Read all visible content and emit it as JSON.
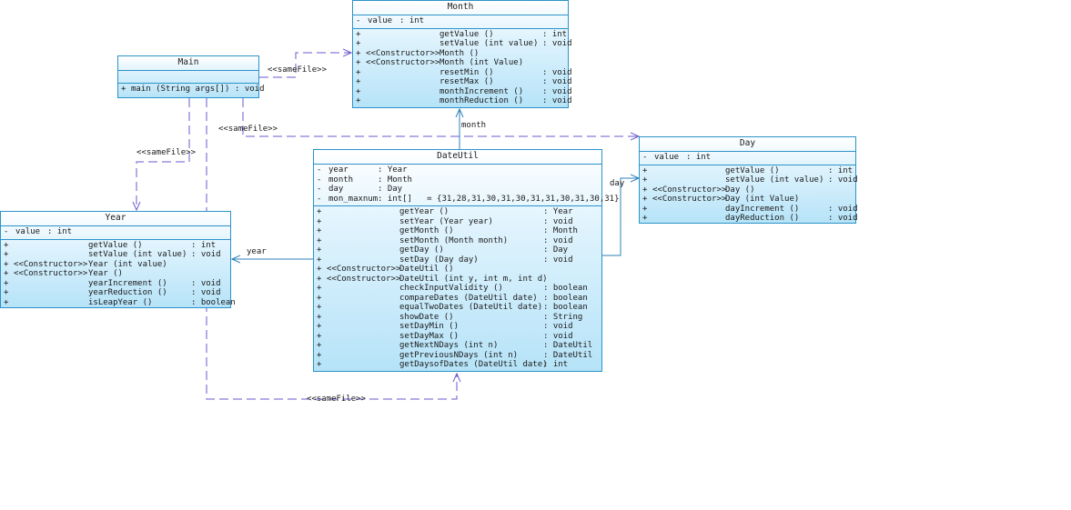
{
  "classes": {
    "month": {
      "name": "Month",
      "attributes": [
        {
          "vis": "-",
          "name": "value",
          "type": ": int"
        }
      ],
      "operations": [
        {
          "vis": "+",
          "stereo": "",
          "name": "getValue ()",
          "type": ": int"
        },
        {
          "vis": "+",
          "stereo": "",
          "name": "setValue (int value)",
          "type": ": void"
        },
        {
          "vis": "+",
          "stereo": "<<Constructor>>",
          "name": "Month ()",
          "type": ""
        },
        {
          "vis": "+",
          "stereo": "<<Constructor>>",
          "name": "Month (int Value)",
          "type": ""
        },
        {
          "vis": "+",
          "stereo": "",
          "name": "resetMin ()",
          "type": ": void"
        },
        {
          "vis": "+",
          "stereo": "",
          "name": "resetMax ()",
          "type": ": void"
        },
        {
          "vis": "+",
          "stereo": "",
          "name": "monthIncrement ()",
          "type": ": void"
        },
        {
          "vis": "+",
          "stereo": "",
          "name": "monthReduction ()",
          "type": ": void"
        }
      ]
    },
    "main": {
      "name": "Main",
      "attributes": [],
      "operations": [
        {
          "vis": "+",
          "stereo": "",
          "name": "main (String args[])",
          "type": ": void"
        }
      ]
    },
    "day": {
      "name": "Day",
      "attributes": [
        {
          "vis": "-",
          "name": "value",
          "type": ": int"
        }
      ],
      "operations": [
        {
          "vis": "+",
          "stereo": "",
          "name": "getValue ()",
          "type": ": int"
        },
        {
          "vis": "+",
          "stereo": "",
          "name": "setValue (int value)",
          "type": ": void"
        },
        {
          "vis": "+",
          "stereo": "<<Constructor>>",
          "name": "Day ()",
          "type": ""
        },
        {
          "vis": "+",
          "stereo": "<<Constructor>>",
          "name": "Day (int Value)",
          "type": ""
        },
        {
          "vis": "+",
          "stereo": "",
          "name": "dayIncrement ()",
          "type": ": void"
        },
        {
          "vis": "+",
          "stereo": "",
          "name": "dayReduction ()",
          "type": ": void"
        }
      ]
    },
    "year": {
      "name": "Year",
      "attributes": [
        {
          "vis": "-",
          "name": "value",
          "type": ": int"
        }
      ],
      "operations": [
        {
          "vis": "+",
          "stereo": "",
          "name": "getValue ()",
          "type": ": int"
        },
        {
          "vis": "+",
          "stereo": "",
          "name": "setValue (int value)",
          "type": ": void"
        },
        {
          "vis": "+",
          "stereo": "<<Constructor>>",
          "name": "Year (int value)",
          "type": ""
        },
        {
          "vis": "+",
          "stereo": "<<Constructor>>",
          "name": "Year ()",
          "type": ""
        },
        {
          "vis": "+",
          "stereo": "",
          "name": "yearIncrement ()",
          "type": ": void"
        },
        {
          "vis": "+",
          "stereo": "",
          "name": "yearReduction ()",
          "type": ": void"
        },
        {
          "vis": "+",
          "stereo": "",
          "name": "isLeapYear ()",
          "type": ": boolean"
        }
      ]
    },
    "dateutil": {
      "name": "DateUtil",
      "attributes": [
        {
          "vis": "-",
          "name": "year",
          "type": ": Year"
        },
        {
          "vis": "-",
          "name": "month",
          "type": ": Month"
        },
        {
          "vis": "-",
          "name": "day",
          "type": ": Day"
        },
        {
          "vis": "-",
          "name": "mon_maxnum",
          "type": ": int[]   = {31,28,31,30,31,30,31,31,30,31,30,31}"
        }
      ],
      "operations": [
        {
          "vis": "+",
          "stereo": "",
          "name": "getYear ()",
          "type": ": Year"
        },
        {
          "vis": "+",
          "stereo": "",
          "name": "setYear (Year year)",
          "type": ": void"
        },
        {
          "vis": "+",
          "stereo": "",
          "name": "getMonth ()",
          "type": ": Month"
        },
        {
          "vis": "+",
          "stereo": "",
          "name": "setMonth (Month month)",
          "type": ": void"
        },
        {
          "vis": "+",
          "stereo": "",
          "name": "getDay ()",
          "type": ": Day"
        },
        {
          "vis": "+",
          "stereo": "",
          "name": "setDay (Day day)",
          "type": ": void"
        },
        {
          "vis": "+",
          "stereo": "<<Constructor>>",
          "name": "DateUtil ()",
          "type": ""
        },
        {
          "vis": "+",
          "stereo": "<<Constructor>>",
          "name": "DateUtil (int y, int m, int d)",
          "type": ""
        },
        {
          "vis": "+",
          "stereo": "",
          "name": "checkInputValidity ()",
          "type": ": boolean"
        },
        {
          "vis": "+",
          "stereo": "",
          "name": "compareDates (DateUtil date)",
          "type": ": boolean"
        },
        {
          "vis": "+",
          "stereo": "",
          "name": "equalTwoDates (DateUtil date)",
          "type": ": boolean"
        },
        {
          "vis": "+",
          "stereo": "",
          "name": "showDate ()",
          "type": ": String"
        },
        {
          "vis": "+",
          "stereo": "",
          "name": "setDayMin ()",
          "type": ": void"
        },
        {
          "vis": "+",
          "stereo": "",
          "name": "setDayMax ()",
          "type": ": void"
        },
        {
          "vis": "+",
          "stereo": "",
          "name": "getNextNDays (int n)",
          "type": ": DateUtil"
        },
        {
          "vis": "+",
          "stereo": "",
          "name": "getPreviousNDays (int n)",
          "type": ": DateUtil"
        },
        {
          "vis": "+",
          "stereo": "",
          "name": "getDaysofDates (DateUtil date)",
          "type": ": int"
        }
      ]
    }
  },
  "edge_labels": {
    "main_month": "<<sameFile>>",
    "main_day": "<<sameFile>>",
    "main_year": "<<sameFile>>",
    "main_dateutil": "<<sameFile>>",
    "dateutil_month": "month",
    "dateutil_day": "day",
    "dateutil_year": "year"
  },
  "colors": {
    "class_border": "#2c93c9",
    "dependency_line": "#6a5acd",
    "association_line": "#2c7fb8"
  }
}
